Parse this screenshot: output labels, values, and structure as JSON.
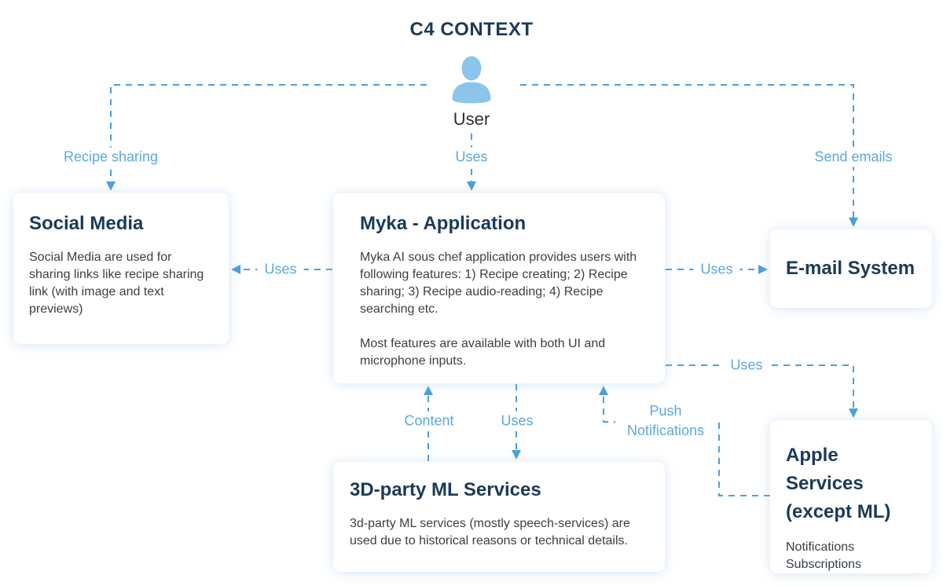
{
  "diagram": {
    "title": "C4 CONTEXT",
    "actor": {
      "name": "User",
      "icon": "person-icon"
    },
    "nodes": [
      {
        "id": "social-media",
        "title": "Social Media",
        "description": "Social Media are used for sharing links like recipe sharing link (with image and text previews)"
      },
      {
        "id": "myka-application",
        "title": "Myka - Application",
        "description_p1": "Myka AI sous chef application provides users with following features: 1) Recipe creating; 2) Recipe sharing; 3) Recipe audio-reading; 4) Recipe searching etc.",
        "description_p2": "Most features are available with both UI and microphone inputs."
      },
      {
        "id": "email-system",
        "title": "E-mail System"
      },
      {
        "id": "ml-services",
        "title": "3D-party ML Services",
        "description": "3d-party ML services (mostly speech-services) are used due to historical reasons or technical details."
      },
      {
        "id": "apple-services",
        "title_line1": "Apple Services",
        "title_line2": "(except ML)",
        "description_line1": "Notifications",
        "description_line2": "Subscriptions"
      }
    ],
    "edges": [
      {
        "from": "User",
        "to": "Social Media",
        "label": "Recipe sharing"
      },
      {
        "from": "User",
        "to": "Myka - Application",
        "label": "Uses"
      },
      {
        "from": "User",
        "to": "E-mail System",
        "label": "Send emails"
      },
      {
        "from": "Myka - Application",
        "to": "Social Media",
        "label": "Uses"
      },
      {
        "from": "Myka - Application",
        "to": "E-mail System",
        "label": "Uses"
      },
      {
        "from": "Myka - Application",
        "to": "Apple Services (except ML)",
        "label": "Uses"
      },
      {
        "from": "3D-party ML Services",
        "to": "Myka - Application",
        "label": "Content"
      },
      {
        "from": "Myka - Application",
        "to": "3D-party ML Services",
        "label": "Uses"
      },
      {
        "from": "Apple Services (except ML)",
        "to": "Myka - Application",
        "label": "Push Notifications"
      }
    ],
    "colors": {
      "node_title": "#1c3a57",
      "body_text": "#3a3f45",
      "line_accent": "#4aa0dd",
      "label_text": "#5aa8e0",
      "actor_fill": "#8cc5ec",
      "node_background": "#ffffff"
    }
  }
}
